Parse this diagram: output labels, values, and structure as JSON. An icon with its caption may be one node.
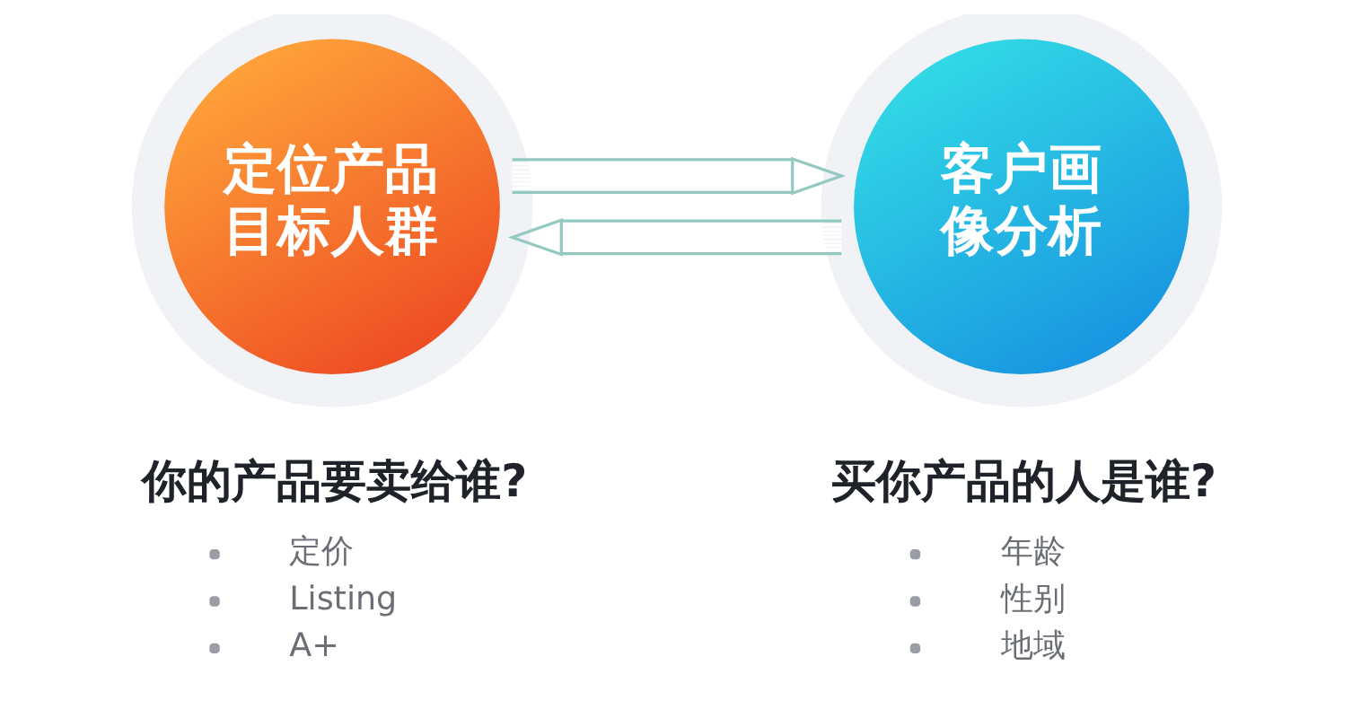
{
  "diagram": {
    "nodes": [
      {
        "text": [
          "定位产品目标人群"
        ],
        "beside": [
          "你的产品要卖给谁?",
          "定价",
          "Listing",
          "A+"
        ]
      },
      {
        "text": [
          "客户画像分析"
        ],
        "beside": [
          "买你产品的人是谁?",
          "年龄",
          "性别",
          "地域"
        ]
      }
    ],
    "edges": [
      {
        "from": 0,
        "to": 1,
        "arrow": "to"
      },
      {
        "from": 1,
        "to": 0,
        "arrow": "to"
      }
    ]
  }
}
